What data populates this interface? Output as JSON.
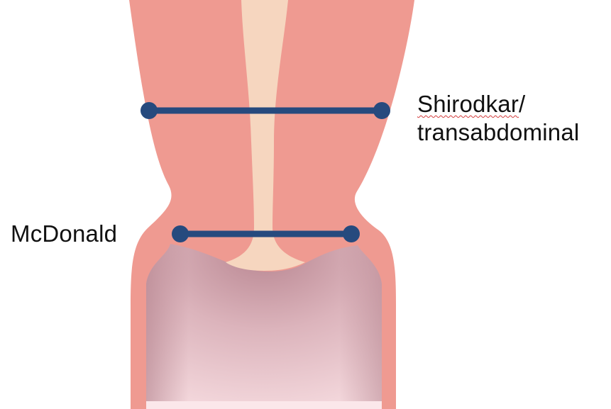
{
  "labels": {
    "shirodkar_line1_word": "Shirodkar",
    "shirodkar_line1_slash": "/",
    "shirodkar_line2": "transabdominal",
    "mcdonald": "McDonald"
  },
  "colors": {
    "tissue": "#ef9a91",
    "tissue_light_edge": "#f2aba3",
    "canal": "#f6d6bf",
    "suture": "#264a7e",
    "vagina_top": "#b98792",
    "vagina_bottom": "#f6d6dc",
    "background": "#ffffff"
  }
}
